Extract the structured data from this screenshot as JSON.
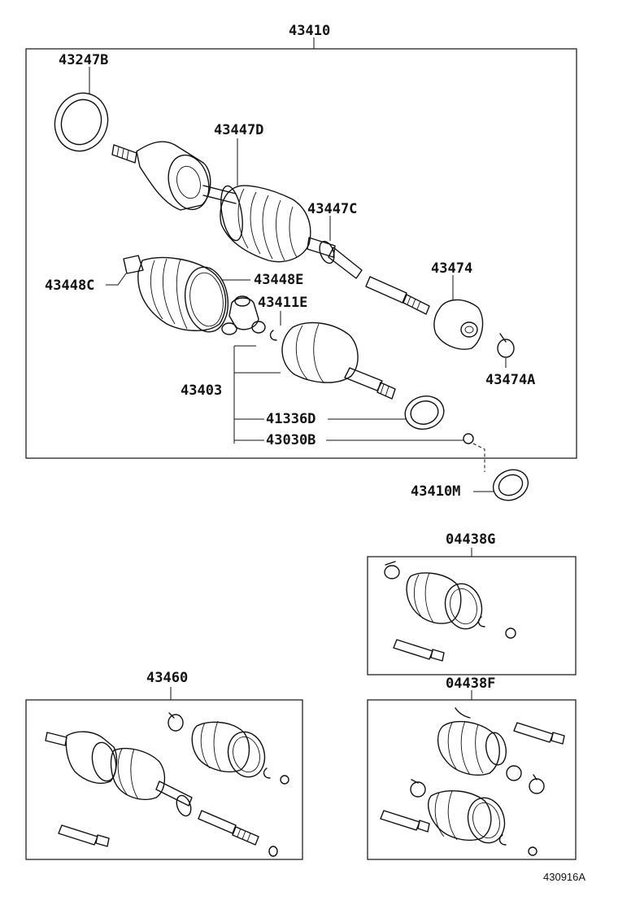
{
  "labels": {
    "p43410": "43410",
    "p43247B": "43247B",
    "p43447D": "43447D",
    "p43447C": "43447C",
    "p43448C": "43448C",
    "p43448E": "43448E",
    "p43411E": "43411E",
    "p43474": "43474",
    "p43403": "43403",
    "p43474A": "43474A",
    "p41336D": "41336D",
    "p43030B": "43030B",
    "p43410M": "43410M",
    "p04438G": "04438G",
    "p43460": "43460",
    "p04438F": "04438F",
    "figure_code": "430916A"
  }
}
